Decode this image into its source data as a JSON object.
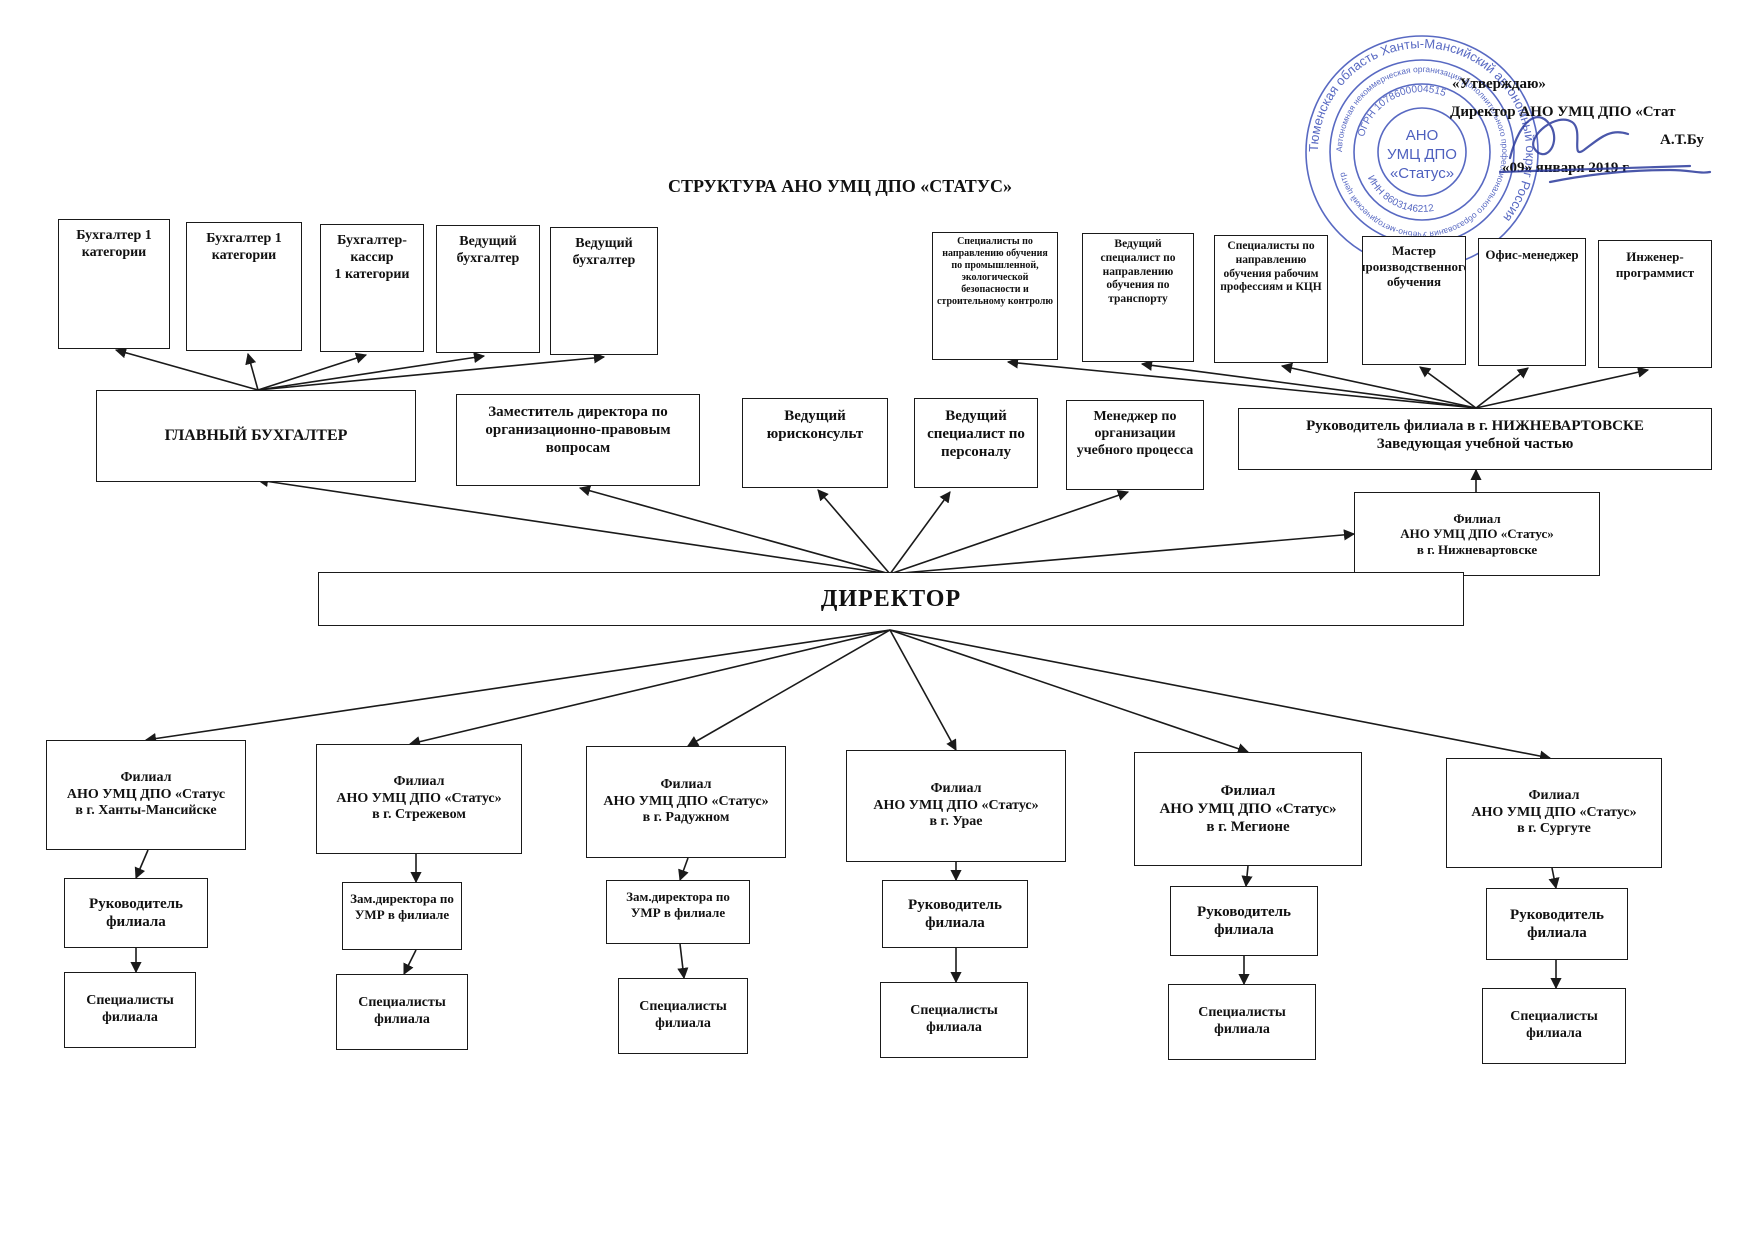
{
  "title": "СТРУКТУРА АНО УМЦ ДПО «СТАТУС»",
  "approval": {
    "line1": "«Утверждаю»",
    "line2": "Директор АНО УМЦ ДПО «Стат",
    "line3": "А.Т.Бу",
    "line4": "«09» января 2019 г"
  },
  "stamp": {
    "outer_text": "Тюменская область Ханты-Мансийский автономный округ Россия",
    "inner_text": "Автономная некоммерческая организация Дополнительного профессионального образования Учебно-методический центр",
    "ogrn": "ОГРН 1078600004515",
    "inn": "ИНН 8603146212",
    "center1": "АНО",
    "center2": "УМЦ ДПО",
    "center3": "«Статус»"
  },
  "colors": {
    "line": "#1a1a1a",
    "stamp": "#3b4fb8"
  },
  "boxes": {
    "director": "ДИРЕКТОР",
    "chief_accountant": "ГЛАВНЫЙ   БУХГАЛТЕР",
    "deputy_director": "Заместитель директора по организационно-правовым вопросам",
    "lead_lawyer": "Ведущий юрисконсульт",
    "lead_hr": "Ведущий специалист по персоналу",
    "edu_manager": "Менеджер по организации учебного процесса",
    "nv_head": "Руководитель филиала  в г. НИЖНЕВАРТОВСКЕ\nЗаведующая учебной частью",
    "nv_branch": "Филиал\nАНО УМЦ ДПО «Статус»\nв г. Нижневартовске",
    "acc1": "Бухгалтер 1 категории",
    "acc2": "Бухгалтер 1 категории",
    "acc3": "Бухгалтер-кассир\n1 категории",
    "acc4": "Ведущий бухгалтер",
    "acc5": "Ведущий бухгалтер",
    "nv1": "Специалисты по направлению обучения по промышленной, экологической безопасности и строительному контролю",
    "nv2": "Ведущий специалист по направлению обучения по транспорту",
    "nv3": "Специалисты по направлению обучения рабочим профессиям и КЦН",
    "nv4": "Мастер производственного обучения",
    "nv5": "Офис-менеджер",
    "nv6": "Инженер-программист"
  },
  "branches": [
    {
      "branch": "Филиал\nАНО УМЦ ДПО «Статус\nв   г. Ханты-Мансийске",
      "head": "Руководитель филиала",
      "specialists": "Специалисты филиала"
    },
    {
      "branch": "Филиал\nАНО УМЦ ДПО «Статус»\nв г. Стрежевом",
      "head": "Зам.директора по УМР в филиале",
      "specialists": "Специалисты филиала"
    },
    {
      "branch": "Филиал\nАНО УМЦ ДПО «Статус»\nв г.  Радужном",
      "head": "Зам.директора по УМР в филиале",
      "specialists": "Специалисты филиала"
    },
    {
      "branch": "Филиал\nАНО УМЦ ДПО «Статус»\nв г. Урае",
      "head": "Руководитель филиала",
      "specialists": "Специалисты филиала"
    },
    {
      "branch": "Филиал\nАНО УМЦ ДПО «Статус»\nв  г. Мегионе",
      "head": "Руководитель филиала",
      "specialists": "Специалисты филиала"
    },
    {
      "branch": "Филиал\nАНО УМЦ ДПО «Статус»\nв г. Сургуте",
      "head": "Руководитель филиала",
      "specialists": "Специалисты филиала"
    }
  ]
}
